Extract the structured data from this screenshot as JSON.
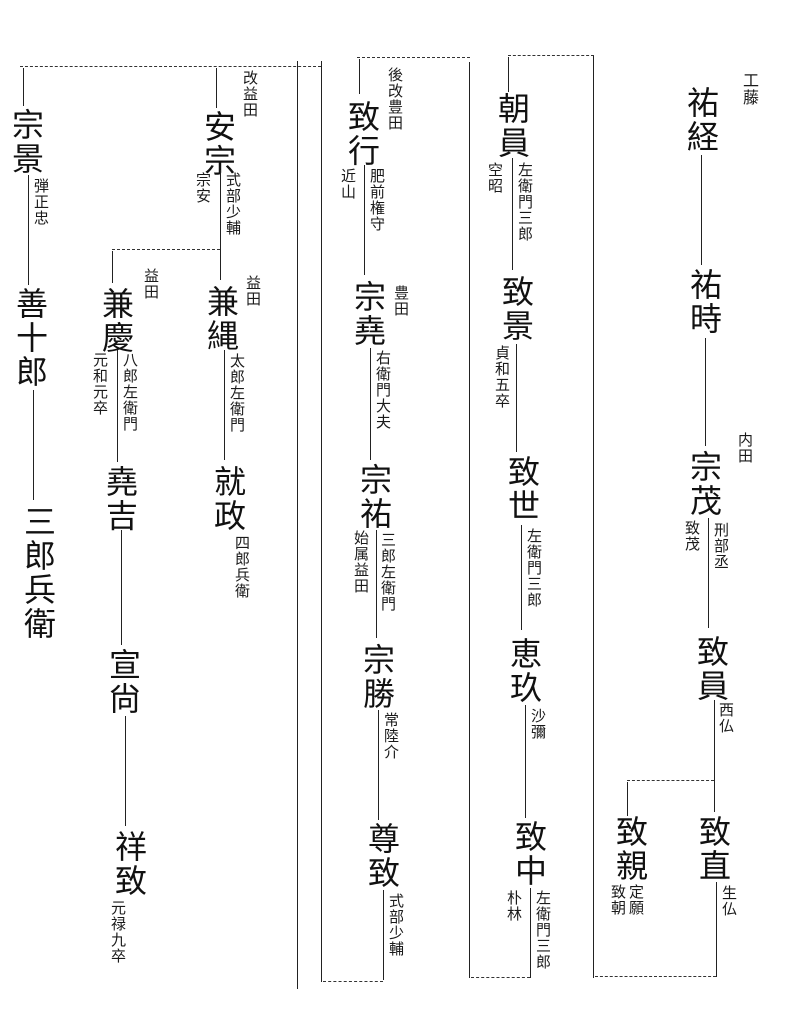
{
  "document": {
    "type": "genealogy-chart",
    "writing": "vertical",
    "clan_label": "工藤",
    "people": {
      "suketsune": {
        "name": "祐経"
      },
      "sukotoki": {
        "name": "祐時"
      },
      "munemochi": {
        "name": "宗茂",
        "surname_note": "内田",
        "alias": "致茂",
        "title": "刑部丞"
      },
      "mune_kazu": {
        "name": "致員",
        "title": "西仏"
      },
      "munechika": {
        "name": "致親",
        "alias": "致朝",
        "title": "定願"
      },
      "munenao": {
        "name": "致直",
        "title": "生仏"
      },
      "tomokazu": {
        "name": "朝員",
        "alias": "空昭",
        "title": "左衛門三郎"
      },
      "munekage": {
        "name": "致景",
        "title": "貞和五卒"
      },
      "muneyo": {
        "name": "致世",
        "title": "左衛門三郎"
      },
      "ekyu": {
        "name": "恵玖",
        "title": "沙彌"
      },
      "munenaka": {
        "name": "致中",
        "alias": "朴林",
        "title": "左衛門三郎"
      },
      "muneyuki": {
        "name": "致行",
        "surname_note": "後改豊田",
        "alias": "近山",
        "title": "肥前権守"
      },
      "munetaka": {
        "name": "宗堯",
        "surname_note": "豊田",
        "title": "右衛門大夫"
      },
      "munesuke": {
        "name": "宗祐",
        "alias": "始属益田",
        "title": "三郎左衛門"
      },
      "munekatsu": {
        "name": "宗勝",
        "title": "常陸介"
      },
      "takamune": {
        "name": "尊致",
        "title": "式部少輔"
      },
      "yasumune": {
        "name": "安宗",
        "surname_note": "改益田",
        "alias": "宗安",
        "title": "式部少輔"
      },
      "kanetsuna": {
        "name": "兼縄",
        "surname_note": "益田",
        "title": "太郎左衛門"
      },
      "narimasa": {
        "name": "就政",
        "title": "四郎兵衛"
      },
      "kaneyoshi": {
        "name": "兼慶",
        "surname_note": "益田",
        "alias": "元和元卒",
        "title": "八郎左衛門"
      },
      "gyokichi": {
        "name": "堯吉"
      },
      "nobuhisa": {
        "name": "宣尙"
      },
      "yoshimune": {
        "name": "祥致",
        "title": "元禄九卒"
      },
      "munekage2": {
        "name": "宗景",
        "title": "弾正忠"
      },
      "zenjuro": {
        "name": "善十郎"
      },
      "saburobei": {
        "name": "三郎兵衛"
      }
    }
  }
}
